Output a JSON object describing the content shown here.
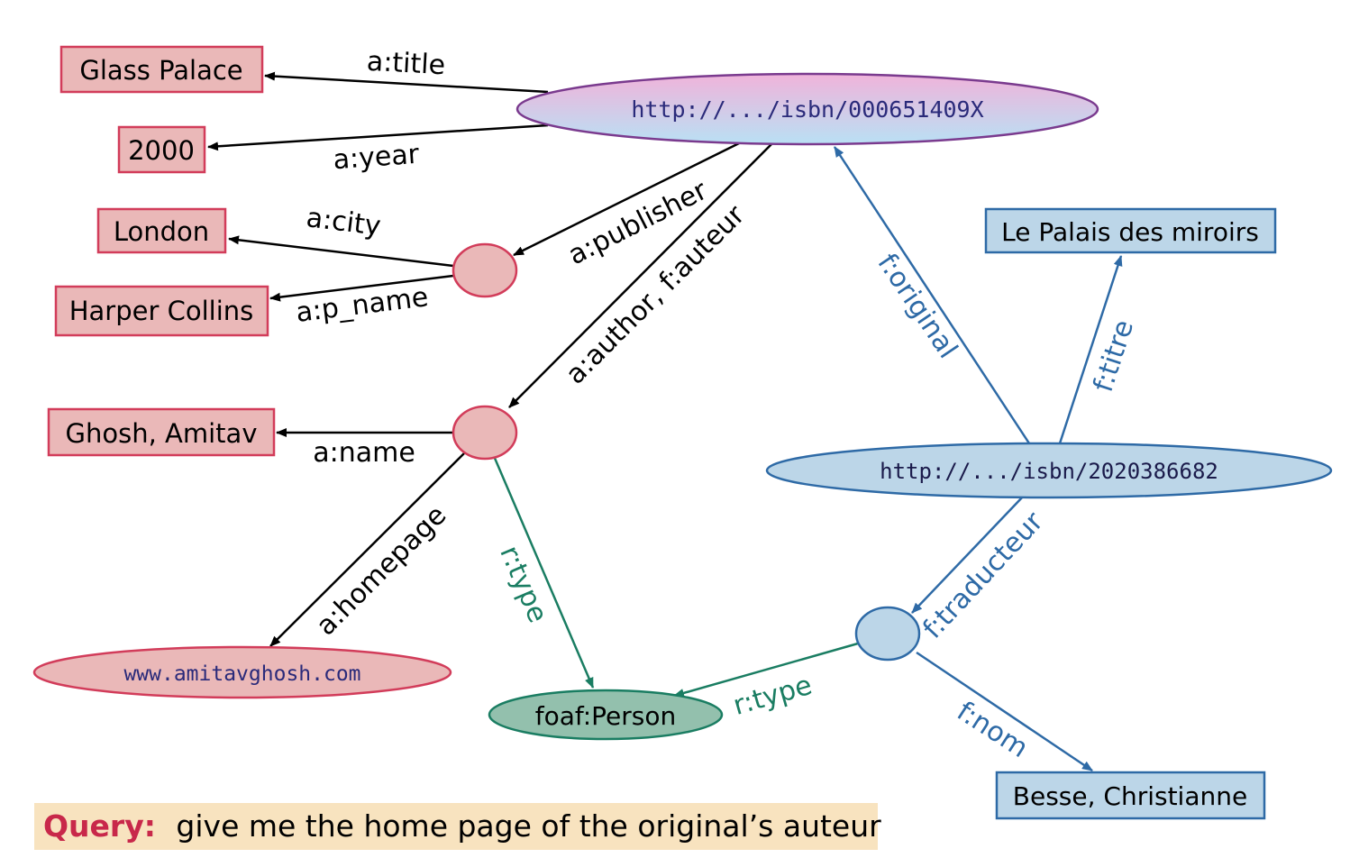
{
  "nodes": {
    "book_en_uri": "http://.../isbn/000651409X",
    "book_fr_uri": "http://.../isbn/2020386682",
    "glass_palace": "Glass Palace",
    "year_2000": "2000",
    "london": "London",
    "harper_collins": "Harper Collins",
    "ghosh": "Ghosh, Amitav",
    "homepage_url": "www.amitavghosh.com",
    "foaf_person": "foaf:Person",
    "le_palais": "Le Palais des miroirs",
    "besse": "Besse, Christianne"
  },
  "edges": {
    "a_title": "a:title",
    "a_year": "a:year",
    "a_city": "a:city",
    "a_p_name": "a:p_name",
    "a_publisher": "a:publisher",
    "a_author_f_auteur": "a:author, f:auteur",
    "a_name": "a:name",
    "a_homepage": "a:homepage",
    "r_type_1": "r:type",
    "r_type_2": "r:type",
    "f_original": "f:original",
    "f_titre": "f:titre",
    "f_traducteur": "f:traducteur",
    "f_nom": "f:nom"
  },
  "query": {
    "label": "Query:",
    "text": "give me the home page of the original’s auteur"
  },
  "colors": {
    "black": "#000000",
    "red_fill": "#eab8b8",
    "red_stroke": "#d23c5a",
    "blue_fill": "#bcd6e8",
    "blue_stroke": "#2e6aa6",
    "green_fill": "#93c0ad",
    "green_stroke": "#1a7d62",
    "purple_stroke": "#7a3a8e",
    "query_bg": "#f8e3bf",
    "query_label": "#c8284a"
  }
}
